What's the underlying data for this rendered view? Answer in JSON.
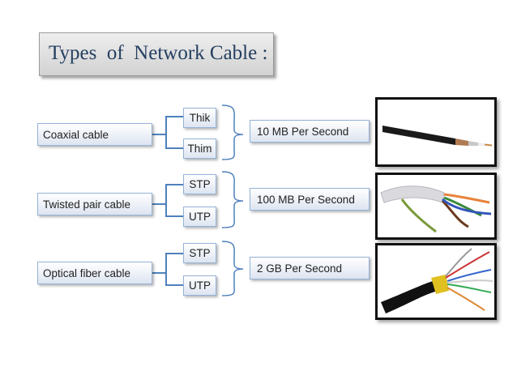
{
  "title": "Types  of  Network Cable :",
  "rows": [
    {
      "cable": "Coaxial cable",
      "sub_top": "Thik",
      "sub_bottom": "Thim",
      "speed": "10 MB Per Second",
      "image": "coaxial-cable-photo"
    },
    {
      "cable": "Twisted pair cable",
      "sub_top": "STP",
      "sub_bottom": "UTP",
      "speed": "100 MB Per Second",
      "image": "twisted-pair-cable-photo"
    },
    {
      "cable": "Optical fiber cable",
      "sub_top": "STP",
      "sub_bottom": "UTP",
      "speed": "2 GB Per Second",
      "image": "optical-fiber-cable-photo"
    }
  ],
  "colors": {
    "title_text": "#243f60",
    "connector": "#4f81bd",
    "box_border": "#95b3d7"
  }
}
